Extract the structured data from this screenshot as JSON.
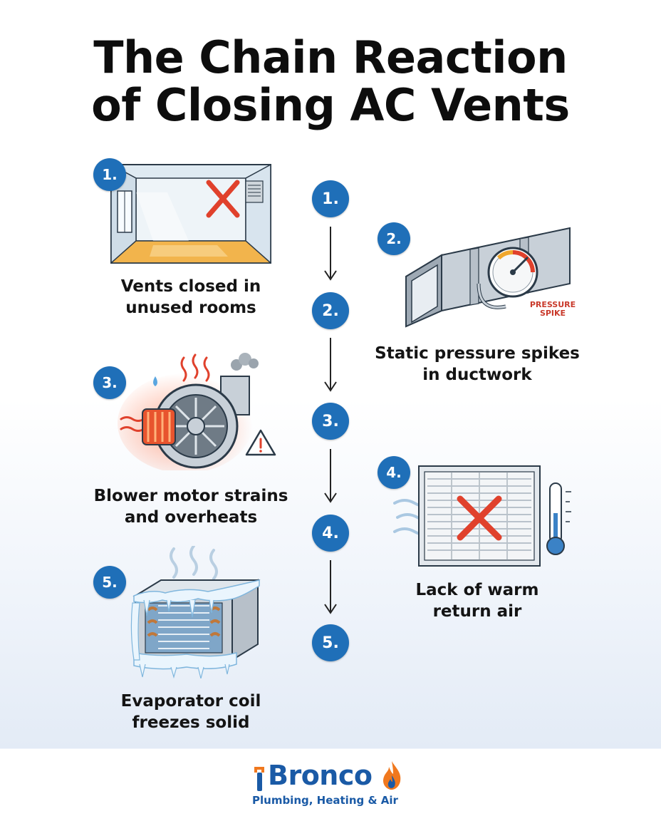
{
  "title": {
    "line1": "The Chain Reaction",
    "line2": "of Closing AC Vents"
  },
  "steps": [
    {
      "badge": "1.",
      "caption_line1": "Vents closed in",
      "caption_line2": "unused rooms",
      "icon": "room-closed-vent-icon"
    },
    {
      "badge": "2.",
      "caption_line1": "Static pressure spikes",
      "caption_line2": "in ductwork",
      "icon": "duct-pressure-gauge-icon",
      "gauge_label_line1": "PRESSURE",
      "gauge_label_line2": "SPIKE"
    },
    {
      "badge": "3.",
      "caption_line1": "Blower motor strains",
      "caption_line2": "and overheats",
      "icon": "overheating-blower-icon"
    },
    {
      "badge": "4.",
      "caption_line1": "Lack of warm",
      "caption_line2": "return air",
      "icon": "blocked-return-grille-icon"
    },
    {
      "badge": "5.",
      "caption_line1": "Evaporator coil",
      "caption_line2": "freezes solid",
      "icon": "frozen-coil-icon"
    }
  ],
  "timeline": [
    "1.",
    "2.",
    "3.",
    "4.",
    "5."
  ],
  "brand": {
    "name": "Bronco",
    "tagline": "Plumbing, Heating & Air"
  },
  "colors": {
    "badge": "#1f6fb8",
    "accent_red": "#e0412c",
    "brand_blue": "#1a5aa6",
    "brand_orange": "#f0781e"
  }
}
